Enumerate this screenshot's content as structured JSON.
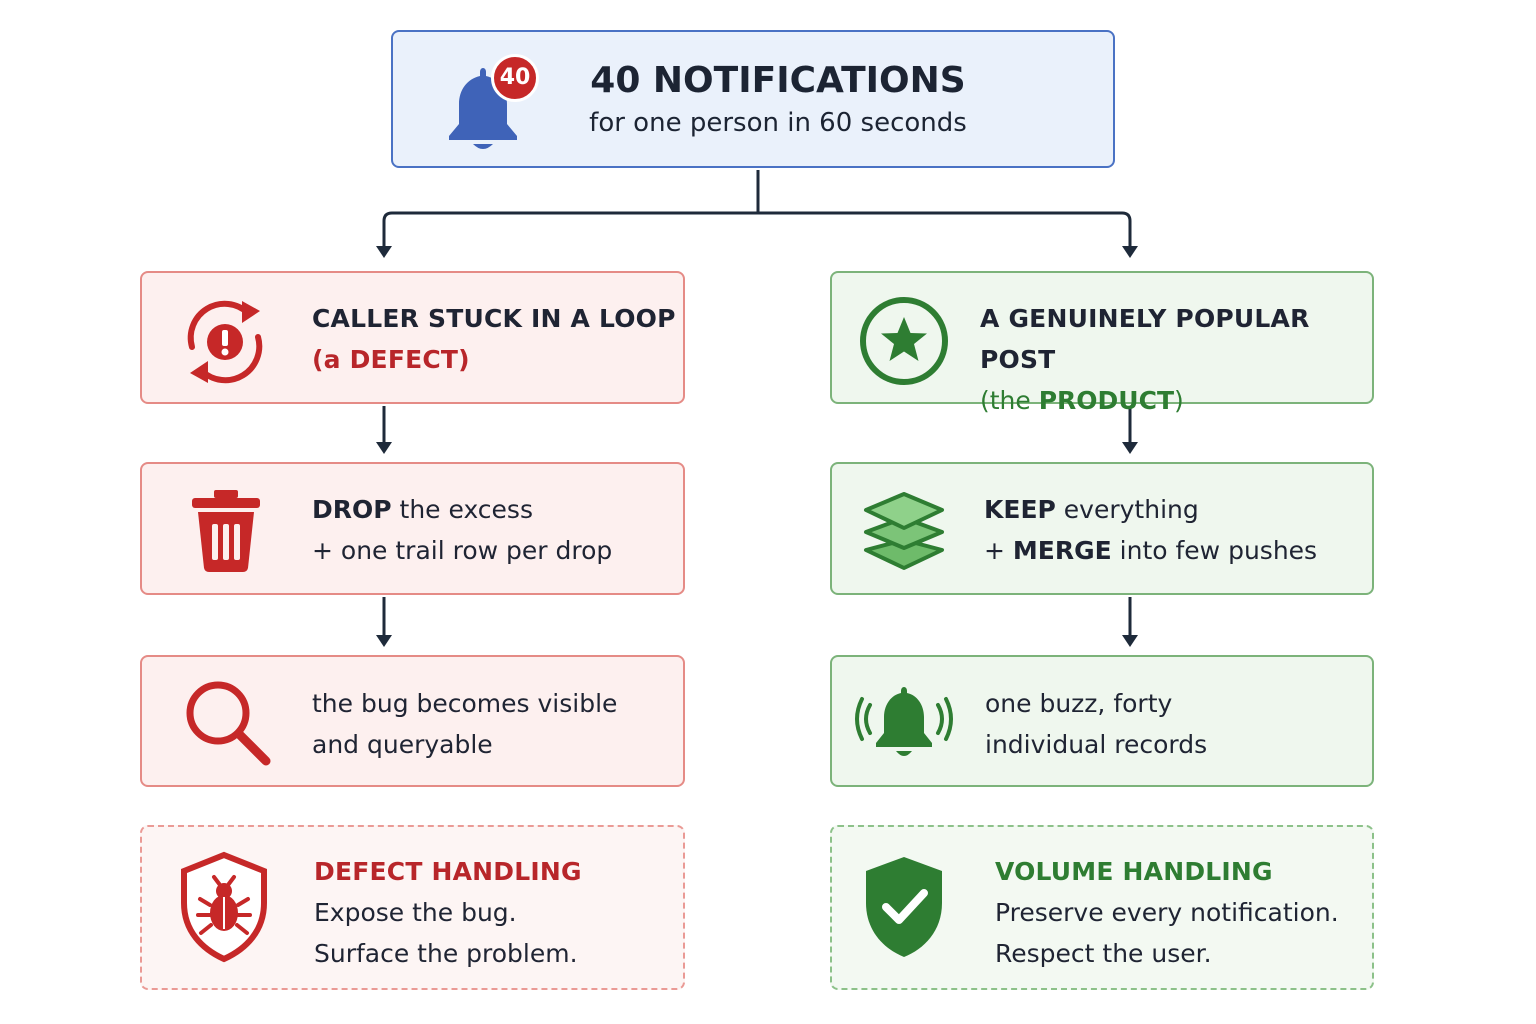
{
  "header": {
    "badge_count": "40",
    "title": "40 NOTIFICATIONS",
    "subtitle": "for one person in 60 seconds"
  },
  "left": {
    "cause": {
      "line1": "CALLER STUCK IN A LOOP",
      "line2": "(a DEFECT)"
    },
    "action": {
      "bold": "DROP",
      "rest": " the excess",
      "line2": "+ one trail row per drop"
    },
    "result": {
      "line1": "the bug becomes visible",
      "line2": "and queryable"
    },
    "summary": {
      "title": "DEFECT HANDLING",
      "line1": "Expose the bug.",
      "line2": "Surface the problem."
    }
  },
  "right": {
    "cause": {
      "line1": "A GENUINELY POPULAR POST",
      "line2_prefix": "(the ",
      "line2_bold": "PRODUCT",
      "line2_suffix": ")"
    },
    "action": {
      "bold": "KEEP",
      "rest": " everything",
      "line2_prefix": "+ ",
      "line2_bold": "MERGE",
      "line2_rest": " into few pushes"
    },
    "result": {
      "line1": "one buzz, forty",
      "line2": "individual records"
    },
    "summary": {
      "title": "VOLUME HANDLING",
      "line1": "Preserve every notification.",
      "line2": "Respect the user."
    }
  },
  "colors": {
    "blue": "#3f63b8",
    "red": "#c62828",
    "green": "#2e7d32",
    "connector": "#1e2a3a"
  }
}
